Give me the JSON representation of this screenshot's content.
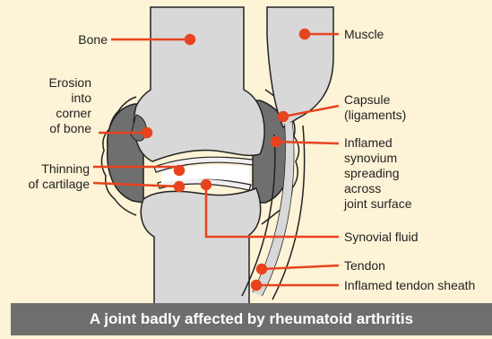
{
  "colors": {
    "background": "#fdf3d6",
    "bone": "#d8d8d8",
    "synovium": "#6f6f6f",
    "leader_line": "#e8431f",
    "caption_bar": "#6e6e6e"
  },
  "labels": {
    "bone": "Bone",
    "erosion": "Erosion\ninto\ncorner\nof bone",
    "thinning": "Thinning\nof cartilage",
    "muscle": "Muscle",
    "capsule": "Capsule\n(ligaments)",
    "synovium": "Inflamed\nsynovium\nspreading\nacross\njoint surface",
    "fluid": "Synovial fluid",
    "tendon": "Tendon",
    "sheath": "Inflamed tendon sheath"
  },
  "caption": "A joint badly affected by rheumatoid arthritis"
}
